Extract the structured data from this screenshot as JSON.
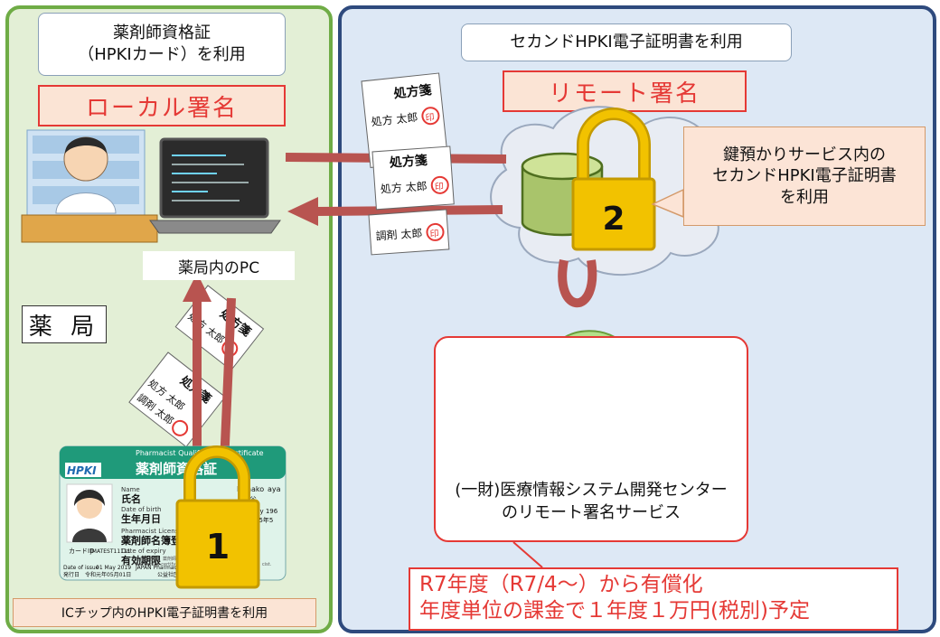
{
  "left_panel": {
    "card_callout": [
      "薬剤師資格証",
      "（HPKIカード）を利用"
    ],
    "local_sign": "ローカル署名",
    "pc_label": "薬局内のPC",
    "pharmacy": "薬 局",
    "ic_chip": "ICチップ内のHPKI電子証明書を利用",
    "lock_number": "1"
  },
  "right_panel": {
    "second_callout": "セカンドHPKI電子証明書を利用",
    "remote_sign": "リモート署名",
    "key_service": [
      "鍵預かりサービス内の",
      "セカンドHPKI電子証明書",
      "を利用"
    ],
    "lock_number": "2",
    "jami_service": [
      "(一財)医療情報システム開発センター",
      "のリモート署名サービス"
    ],
    "pricing": [
      "R7年度（R7/4～）から有償化",
      "年度単位の課金で１年度１万円(税別)予定"
    ]
  },
  "documents": {
    "title": "処方箋",
    "prescriber": "処方 太郎",
    "dispenser": "調剤 太郎",
    "seal": "印"
  },
  "card": {
    "hpki_logo": "HPKI",
    "header_en": "Pharmacist Qualification Certificate",
    "header_ja": "薬剤師資格証",
    "name_en": "Name",
    "name_ja": "氏名",
    "dob_en": "Date of birth",
    "dob_ja": "生年月日",
    "license_en": "Pharmacist License No.",
    "license_ja": "薬剤師名簿登録",
    "expiry_en": "Date of expiry",
    "expiry_ja": "有効期限",
    "card_id": "カードID",
    "card_id_value": "JMATEST11111",
    "issue_en": "Date of issue",
    "issue_date": "01 May 2019",
    "issue_ja": "発行日",
    "issue_date_ja": "令和元年05月01日",
    "assoc_en": "JAPAN Pharmaceutical ASSOCIATION",
    "assoc_ja": "公益社団法人 日本薬剤師会",
    "certify": "We hereby certify that",
    "cert_ja": "上記の者は、薬剤師",
    "name_value": "Hanako",
    "name_value2": "aya",
    "name_ja_value": "四谷",
    "dob_value": "01 May 196",
    "dob_ja_value": "昭和55年5",
    "license_tail": "cist."
  },
  "colors": {
    "left_border": "#6fac46",
    "left_bg": "#e3efd6",
    "right_border": "#2e4a7d",
    "right_bg": "#dde8f5",
    "red": "#e53935",
    "arrow": "#b85450",
    "lock": "#f2c200"
  }
}
